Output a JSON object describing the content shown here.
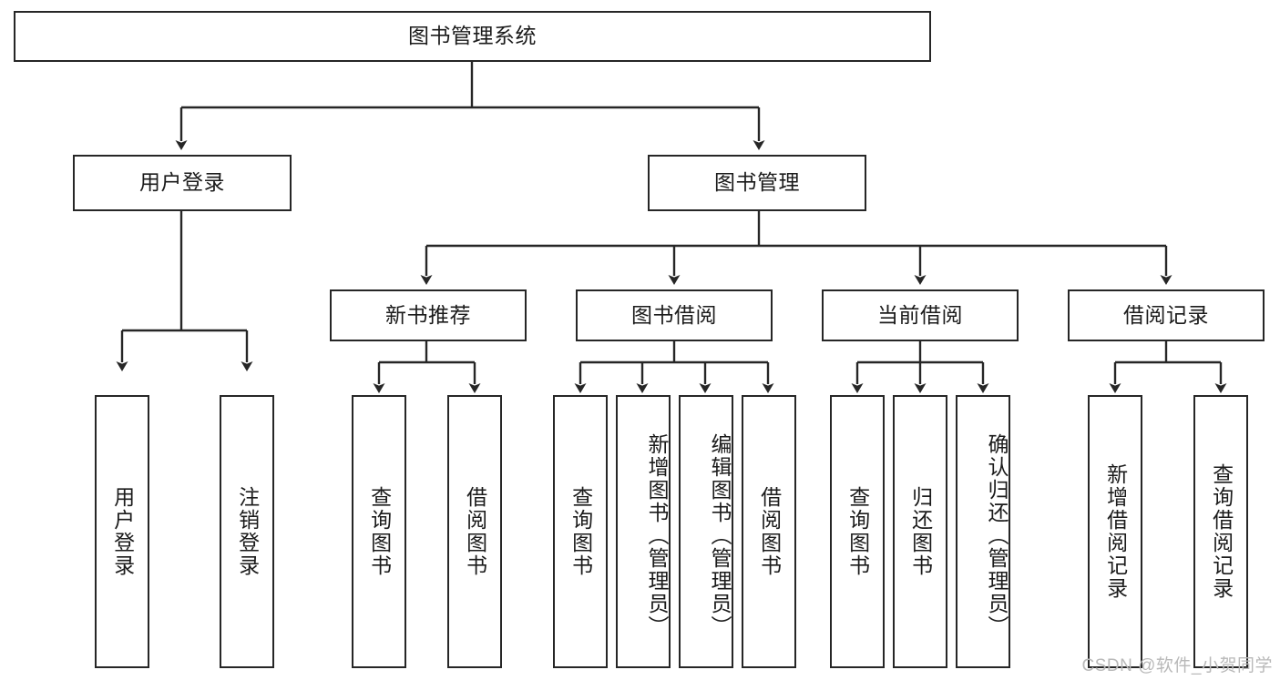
{
  "diagram": {
    "title_node": {
      "label": "图书管理系统"
    },
    "level2": [
      {
        "id": "user-login",
        "label": "用户登录"
      },
      {
        "id": "book-management",
        "label": "图书管理"
      }
    ],
    "level3": [
      {
        "id": "new-book-recommend",
        "label": "新书推荐"
      },
      {
        "id": "book-borrow",
        "label": "图书借阅"
      },
      {
        "id": "current-borrow",
        "label": "当前借阅"
      },
      {
        "id": "borrow-record",
        "label": "借阅记录"
      }
    ],
    "leaves": {
      "user_login": [
        {
          "id": "leaf-user-login",
          "label": "用户登录"
        },
        {
          "id": "leaf-logout-login",
          "label": "注销登录"
        }
      ],
      "new_book_recommend": [
        {
          "id": "leaf-query-book-1",
          "label": "查询图书"
        },
        {
          "id": "leaf-borrow-book-1",
          "label": "借阅图书"
        }
      ],
      "book_borrow": [
        {
          "id": "leaf-query-book-2",
          "label": "查询图书"
        },
        {
          "id": "leaf-add-book",
          "label": "新增图书（管理员）"
        },
        {
          "id": "leaf-edit-book",
          "label": "编辑图书（管理员）"
        },
        {
          "id": "leaf-borrow-book-2",
          "label": "借阅图书"
        }
      ],
      "current_borrow": [
        {
          "id": "leaf-query-book-3",
          "label": "查询图书"
        },
        {
          "id": "leaf-return-book",
          "label": "归还图书"
        },
        {
          "id": "leaf-confirm-return",
          "label": "确认归还（管理员）"
        }
      ],
      "borrow_record": [
        {
          "id": "leaf-add-borrow-record",
          "label": "新增借阅记录"
        },
        {
          "id": "leaf-query-borrow-record",
          "label": "查询借阅记录"
        }
      ]
    },
    "watermark": "CSDN @软件_小贺同学",
    "colors": {
      "stroke": "#262626",
      "background": "#ffffff",
      "text": "#1b1b1b",
      "watermark": "#b9b9b9"
    }
  }
}
